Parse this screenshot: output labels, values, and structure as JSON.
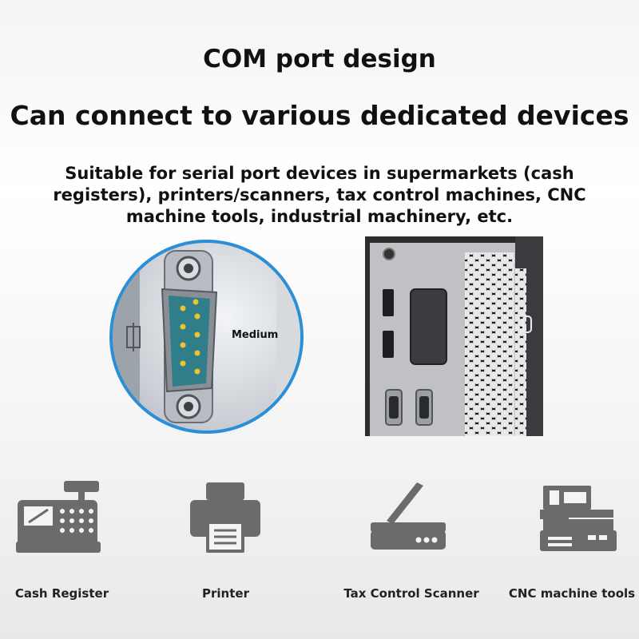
{
  "header": {
    "title": "COM port design",
    "subtitle": "Can connect to various dedicated devices",
    "description_lines": [
      "Suitable for serial port devices in supermarkets (cash",
      "registers), printers/scanners, tax control machines, CNC",
      "machine tools, industrial machinery, etc."
    ]
  },
  "zoom_callout": {
    "label": "Medium",
    "border_color": "#2a8fd6",
    "connector_color": "#2f7e8a"
  },
  "devices": [
    {
      "icon": "cash-register-icon",
      "label": "Cash Register"
    },
    {
      "icon": "printer-icon",
      "label": "Printer"
    },
    {
      "icon": "scanner-icon",
      "label": "Tax Control Scanner"
    },
    {
      "icon": "cnc-machine-icon",
      "label": "CNC machine tools"
    }
  ],
  "colors": {
    "icon": "#6b6b6d",
    "text": "#111111"
  }
}
